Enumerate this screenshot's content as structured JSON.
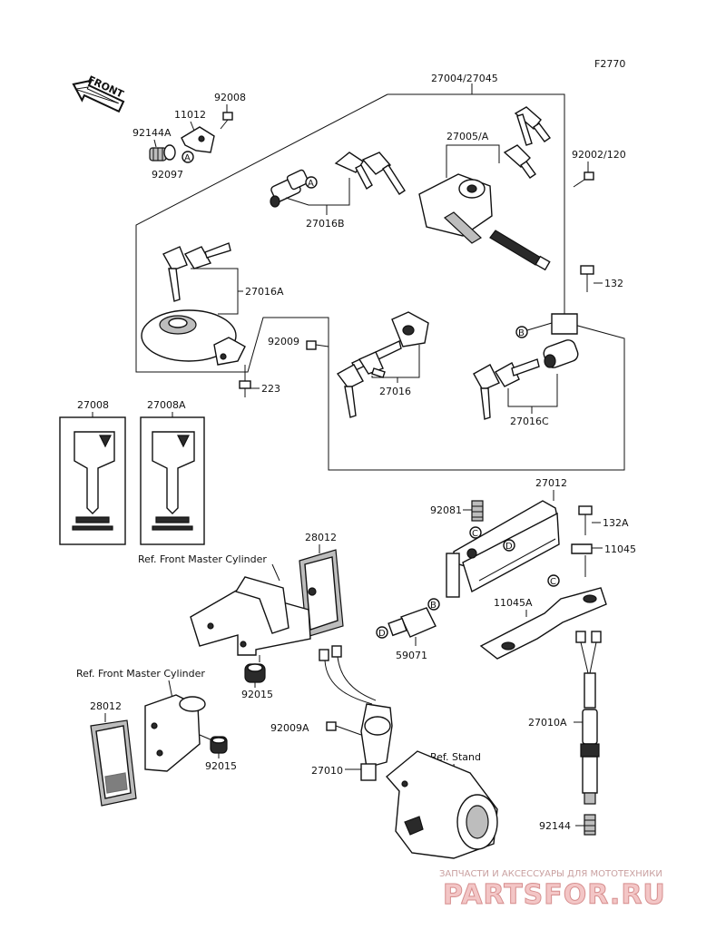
{
  "figure_code": "F2770",
  "front_label": "FRONT",
  "labels": {
    "main_assembly": "27004/27045",
    "key_set_a": "27005/A",
    "screw_120": "92002/120",
    "bolt_132": "132",
    "p92008": "92008",
    "p11012": "11012",
    "p92144a": "92144A",
    "p92097": "92097",
    "p27016b": "27016B",
    "p27016a": "27016A",
    "p223": "223",
    "p92009": "92009",
    "p27016": "27016",
    "p27016c": "27016C",
    "p27008": "27008",
    "p27008a": "27008A",
    "p27012": "27012",
    "p92081": "92081",
    "p132a": "132A",
    "p11045": "11045",
    "p11045a": "11045A",
    "p28012_top": "28012",
    "ref_front_master_top": "Ref. Front Master Cylinder",
    "p59071": "59071",
    "p92015_top": "92015",
    "ref_front_master_bottom": "Ref. Front Master Cylinder",
    "p28012_bottom": "28012",
    "p92015_bottom": "92015",
    "p92009a": "92009A",
    "p27010": "27010",
    "ref_stand": "Ref. Stand",
    "p27010a": "27010A",
    "p92144": "92144"
  },
  "callouts": {
    "a": "A",
    "b": "B",
    "c": "C",
    "d": "D"
  },
  "watermark": {
    "tagline": "ЗАПЧАСТИ И АКСЕССУАРЫ ДЛЯ МОТОТЕХНИКИ",
    "brand": "PARTSFOR.RU"
  }
}
